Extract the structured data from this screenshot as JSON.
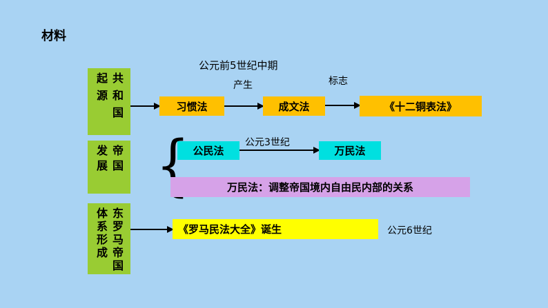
{
  "slide_title": "材料",
  "colors": {
    "background": "#a9d3f3",
    "stage_box": "#99cc33",
    "origin_box": "#ffc000",
    "development_box": "#00e0e0",
    "note_box": "#d6a2e8",
    "system_box": "#ffff00"
  },
  "origin": {
    "stage_left": "起源",
    "stage_right": "共和国",
    "period_note": "公元前5世纪中期",
    "node1": "习惯法",
    "arrow1_label": "产生",
    "node2": "成文法",
    "arrow2_label": "标志",
    "node3": "《十二铜表法》"
  },
  "development": {
    "stage_left": "发展",
    "stage_right": "帝国",
    "brace_glyph": "{",
    "node1": "公民法",
    "arrow_label": "公元3世纪",
    "node2": "万民法",
    "note": "万民法：调整帝国境内自由民内部的关系"
  },
  "system": {
    "stage_left": "体系形成",
    "stage_right": "东罗马帝国",
    "node1": "《罗马民法大全》诞生",
    "period_note": "公元6世纪"
  }
}
